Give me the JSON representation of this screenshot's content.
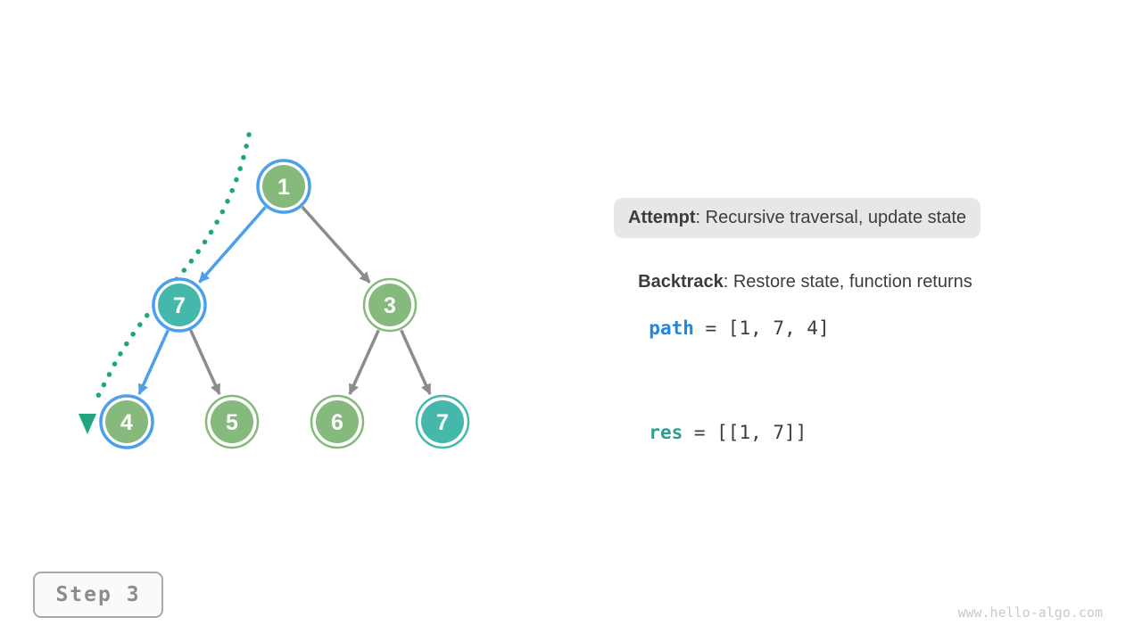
{
  "colors": {
    "node_green": "#85BA7C",
    "node_teal": "#45B8AB",
    "ring_blue": "#4C9FEA",
    "ring_green": "#85BA7C",
    "ring_teal": "#45B8AB",
    "edge_gray": "#8C8C8C",
    "edge_blue": "#4C9FEA",
    "trace_green": "#1FA67E",
    "keyword_blue": "#1E88E5",
    "keyword_teal": "#2E9E8F",
    "text_dark": "#3C3C3C",
    "pill_bg": "#E7E7E7",
    "step_text": "#8C8C8C",
    "watermark_gray": "#C9C9C9"
  },
  "tree": {
    "nodes": [
      {
        "label": "1",
        "fill": "green",
        "ring": "blue"
      },
      {
        "label": "7",
        "fill": "teal",
        "ring": "blue"
      },
      {
        "label": "3",
        "fill": "green",
        "ring": "green"
      },
      {
        "label": "4",
        "fill": "green",
        "ring": "blue"
      },
      {
        "label": "5",
        "fill": "green",
        "ring": "green"
      },
      {
        "label": "6",
        "fill": "green",
        "ring": "green"
      },
      {
        "label": "7",
        "fill": "teal",
        "ring": "teal"
      }
    ],
    "edges": [
      {
        "from_label": "1",
        "to_label": "7",
        "color": "blue"
      },
      {
        "from_label": "1",
        "to_label": "3",
        "color": "gray"
      },
      {
        "from_label": "7",
        "to_label": "4",
        "color": "blue"
      },
      {
        "from_label": "7",
        "to_label": "5",
        "color": "gray"
      },
      {
        "from_label": "3",
        "to_label": "6",
        "color": "gray"
      },
      {
        "from_label": "3",
        "to_label": "7",
        "color": "gray"
      }
    ]
  },
  "panel": {
    "attempt_label": "Attempt",
    "attempt_text": ": Recursive traversal, update state",
    "backtrack_label": "Backtrack",
    "backtrack_text": ": Restore state, function returns",
    "path_var": "path",
    "path_value": " = [1, 7, 4]",
    "res_var": "res",
    "res_value": " = [[1, 7]]"
  },
  "step_badge": {
    "label": "Step 3"
  },
  "watermark": {
    "text": "www.hello-algo.com"
  }
}
